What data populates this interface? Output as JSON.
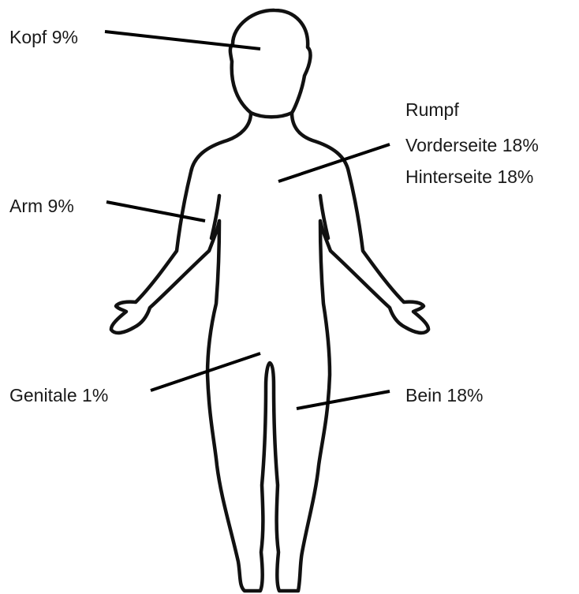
{
  "colors": {
    "ink": "#111111",
    "text": "#1a1a1a",
    "background": "#ffffff"
  },
  "labels": {
    "head": "Kopf 9%",
    "arm": "Arm 9%",
    "genitals": "Genitale 1%",
    "leg": "Bein 18%",
    "trunk": {
      "title": "Rumpf",
      "front": "Vorderseite 18%",
      "back": "Hinterseite 18%"
    }
  }
}
